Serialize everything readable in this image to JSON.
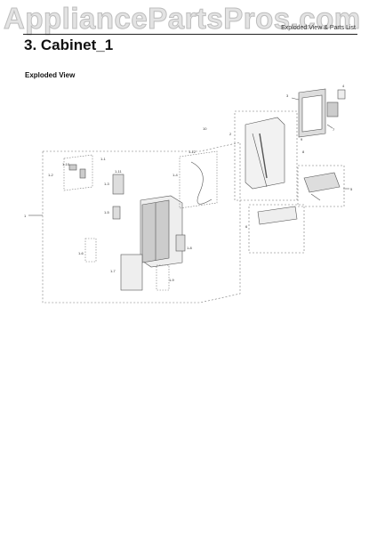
{
  "watermark": "AppliancePartsPros.com",
  "header": {
    "doc_title": "Exploded View & Parts List"
  },
  "section": {
    "title": "3.  Cabinet_1",
    "subtitle": "Exploded View"
  },
  "callouts": {
    "main": "1",
    "a": "1-1",
    "b": "1-2",
    "c": "1-3",
    "d": "1-4",
    "e": "1-5",
    "f": "1-6",
    "g": "1-7",
    "h": "1-8",
    "i": "1-9",
    "j": "1-10",
    "k": "1-11",
    "l": "1-12",
    "door": "2",
    "panel": "3",
    "frame": "4",
    "drawer": "5",
    "rail": "6",
    "cover": "7",
    "bracket": "8",
    "top": "9",
    "side": "10"
  },
  "colors": {
    "line": "#555555",
    "dash": "#777777",
    "part_fill": "#dddddd"
  }
}
